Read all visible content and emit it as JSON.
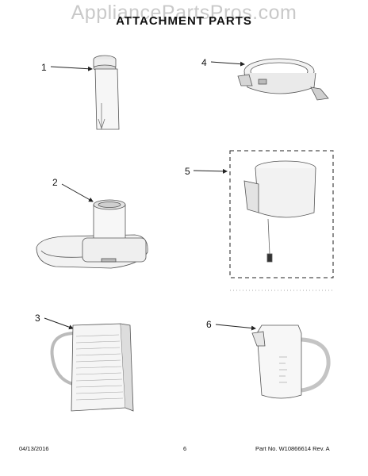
{
  "watermark": "AppliancePartsPros.com",
  "title": "ATTACHMENT PARTS",
  "parts": [
    {
      "number": "1"
    },
    {
      "number": "2"
    },
    {
      "number": "3"
    },
    {
      "number": "4"
    },
    {
      "number": "5"
    },
    {
      "number": "6"
    }
  ],
  "footer": {
    "date": "04/13/2016",
    "page": "6",
    "part_number": "Part No. W10866614  Rev. A"
  }
}
